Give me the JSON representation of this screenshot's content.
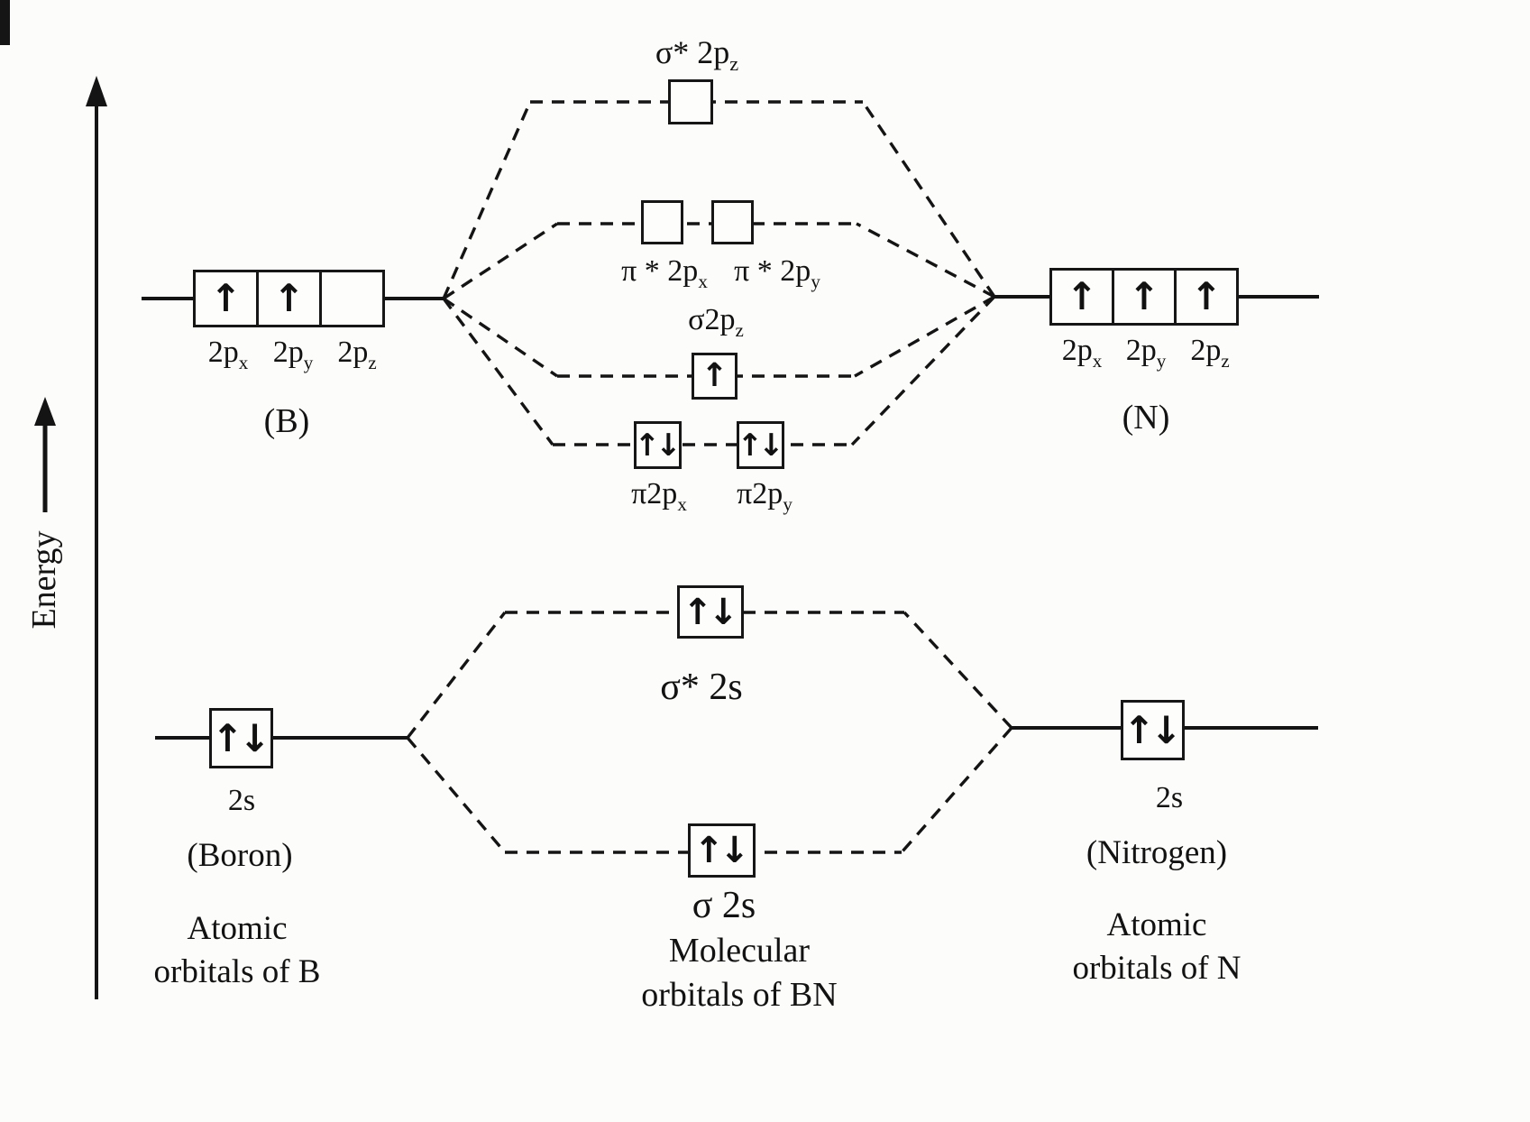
{
  "energy_axis": {
    "label": "Energy"
  },
  "left_atom": {
    "p_level": {
      "electrons": [
        "↑",
        "↑",
        ""
      ],
      "labels": [
        {
          "base": "2p",
          "sub": "x"
        },
        {
          "base": "2p",
          "sub": "y"
        },
        {
          "base": "2p",
          "sub": "z"
        }
      ],
      "symbol": "(B)"
    },
    "s_level": {
      "electrons": "↑↓",
      "label": "2s",
      "name": "(Boron)",
      "caption": "Atomic\norbitals of B"
    }
  },
  "right_atom": {
    "p_level": {
      "electrons": [
        "↑",
        "↑",
        "↑"
      ],
      "labels": [
        {
          "base": "2p",
          "sub": "x"
        },
        {
          "base": "2p",
          "sub": "y"
        },
        {
          "base": "2p",
          "sub": "z"
        }
      ],
      "symbol": "(N)"
    },
    "s_level": {
      "electrons": "↑↓",
      "label": "2s",
      "name": "(Nitrogen)",
      "caption": "Atomic\norbitals of N"
    }
  },
  "molecular_orbitals": {
    "sigma_star_2pz": {
      "electrons": "",
      "label": {
        "base": "σ* 2p",
        "sub": "z"
      }
    },
    "pi_star_2px": {
      "electrons": "",
      "label": {
        "base": "π * 2p",
        "sub": "x"
      }
    },
    "pi_star_2py": {
      "electrons": "",
      "label": {
        "base": "π * 2p",
        "sub": "y"
      }
    },
    "sigma_2pz": {
      "electrons": "↑",
      "label": {
        "base": "σ2p",
        "sub": "z"
      }
    },
    "pi_2px": {
      "electrons": "↑↓",
      "label": {
        "base": "π2p",
        "sub": "x"
      }
    },
    "pi_2py": {
      "electrons": "↑↓",
      "label": {
        "base": "π2p",
        "sub": "y"
      }
    },
    "sigma_star_2s": {
      "electrons": "↑↓",
      "label": "σ* 2s"
    },
    "sigma_2s": {
      "electrons": "↑↓",
      "label": "σ 2s"
    },
    "caption": "Molecular\norbitals of BN"
  }
}
